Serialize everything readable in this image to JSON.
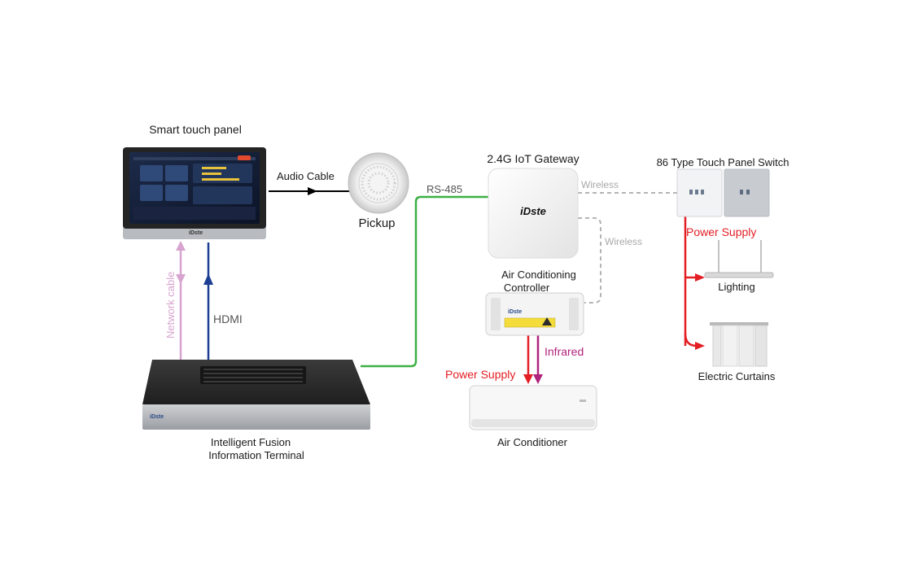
{
  "labels": {
    "smart_touch_panel": "Smart touch panel",
    "audio_cable": "Audio Cable",
    "pickup": "Pickup",
    "network_cable": "Network cable",
    "hdmi": "HDMI",
    "rs485": "RS-485",
    "gateway": "2.4G IoT Gateway",
    "wireless_1": "Wireless",
    "wireless_2": "Wireless",
    "touch_switch": "86 Type Touch Panel Switch",
    "power_supply_right": "Power Supply",
    "lighting": "Lighting",
    "electric_curtains": "Electric Curtains",
    "ac_controller_line1": "Air Conditioning",
    "ac_controller_line2": "Controller",
    "infrared": "Infrared",
    "power_supply_ac": "Power Supply",
    "air_conditioner": "Air Conditioner",
    "terminal_line1": "Intelligent Fusion",
    "terminal_line2": "Information Terminal"
  },
  "brand": {
    "logo_text": "iDste"
  },
  "colors": {
    "audio_line": "#000000",
    "network_cable": "#d7a3cf",
    "hdmi": "#1c3f94",
    "rs485": "#3cb043",
    "wireless": "#b3b3b3",
    "power": "#e31e24",
    "infrared": "#b0247d"
  }
}
